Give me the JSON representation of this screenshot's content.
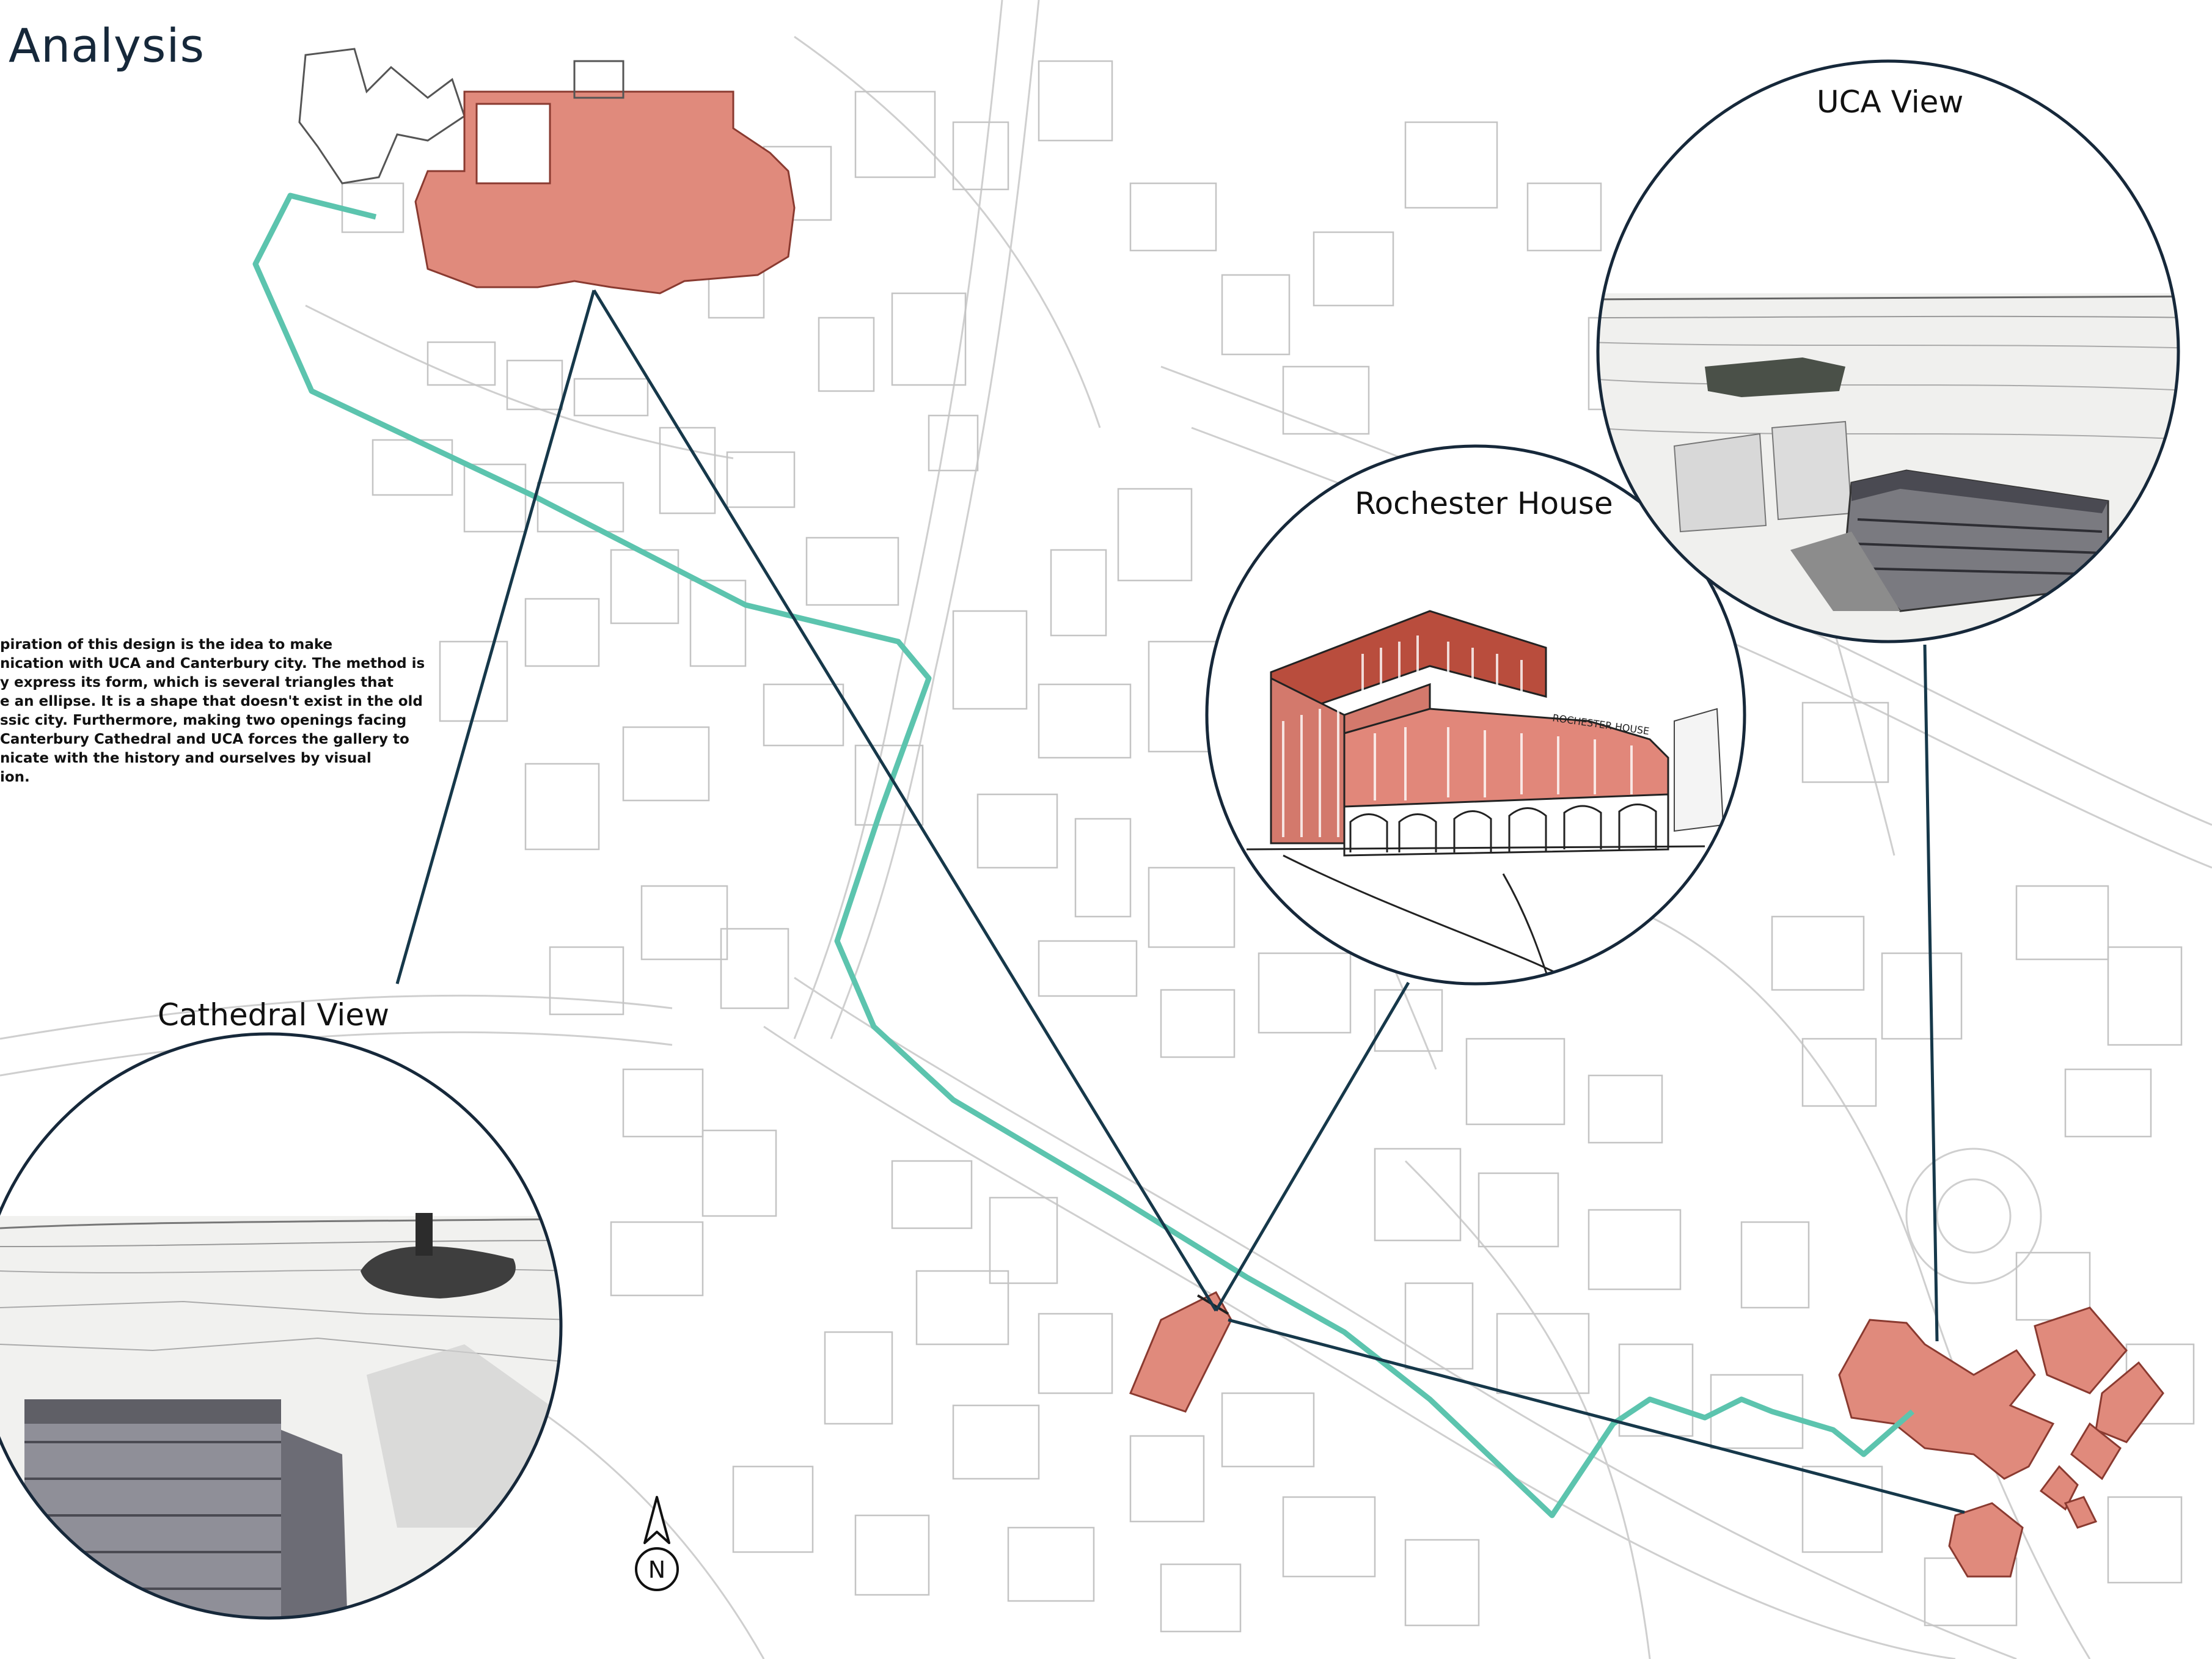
{
  "title": "Analysis",
  "description_lines": [
    "piration of this design is the idea to make",
    "nication with UCA and Canterbury city. The method is",
    "y express its form, which is several triangles that",
    "e an ellipse. It is a shape that doesn't exist in the old",
    "ssic city. Furthermore, making two openings facing",
    "Canterbury Cathedral and UCA forces the gallery to",
    "nicate with the history and ourselves by visual",
    "ion."
  ],
  "views": [
    {
      "label": "Cathedral View",
      "icon": "cathedral-view-image"
    },
    {
      "label": "Rochester House",
      "icon": "rochester-house-drawing"
    },
    {
      "label": "UCA View",
      "icon": "uca-view-image"
    }
  ],
  "building_sign": "ROCHESTER HOUSE",
  "north_arrow": {
    "label": "N",
    "icon": "north-arrow-icon"
  },
  "colors": {
    "building_fill": "#e08a7c",
    "building_stroke": "#8a3a30",
    "route": "#5cc4ae",
    "sightline": "#16384a",
    "map_lines": "#c9c9c9",
    "brick": "#b94d3d"
  }
}
